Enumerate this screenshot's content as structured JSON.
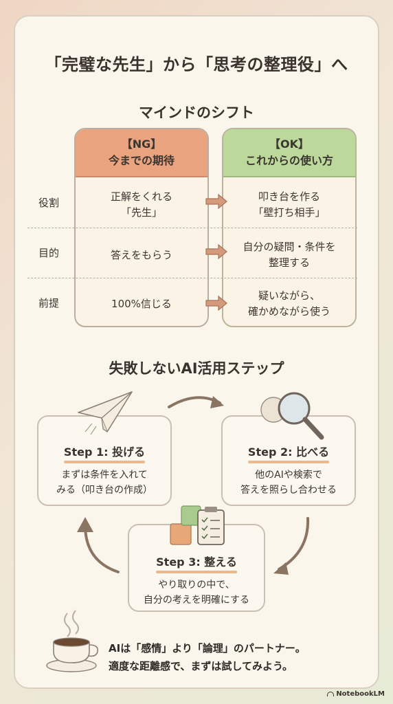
{
  "title": "「完璧な先生」から「思考の整理役」へ",
  "mind_shift": {
    "heading": "マインドのシフト",
    "ng_header": [
      "【NG】",
      "今までの期待"
    ],
    "ok_header": [
      "【OK】",
      "これからの使い方"
    ],
    "rows": [
      {
        "label": "役割",
        "ng": [
          "正解をくれる",
          "「先生」"
        ],
        "ok": [
          "叩き台を作る",
          "「壁打ち相手」"
        ]
      },
      {
        "label": "目的",
        "ng": [
          "答えをもらう"
        ],
        "ok": [
          "自分の疑問・条件を",
          "整理する"
        ]
      },
      {
        "label": "前提",
        "ng": [
          "100%信じる"
        ],
        "ok": [
          "疑いながら、",
          "確かめながら使う"
        ]
      }
    ],
    "colors": {
      "ng": "#e9a37f",
      "ok": "#bcd89b"
    }
  },
  "steps": {
    "heading": "失敗しないAI活用ステップ",
    "items": [
      {
        "title": "Step 1: 投げる",
        "body": [
          "まずは条件を入れて",
          "みる（叩き台の作成）"
        ],
        "icon": "paper-plane-icon"
      },
      {
        "title": "Step 2: 比べる",
        "body": [
          "他のAIや検索で",
          "答えを照らし合わせる"
        ],
        "icon": "magnifier-icon"
      },
      {
        "title": "Step 3: 整える",
        "body": [
          "やり取りの中で、",
          "自分の考えを明確にする"
        ],
        "icon": "blocks-clipboard-icon"
      }
    ]
  },
  "footer": {
    "lines": [
      "AIは「感情」より「論理」のパートナー。",
      "適度な距離感で、まずは試してみよう。"
    ],
    "icon": "coffee-cup-icon"
  },
  "brand": "NotebookLM"
}
